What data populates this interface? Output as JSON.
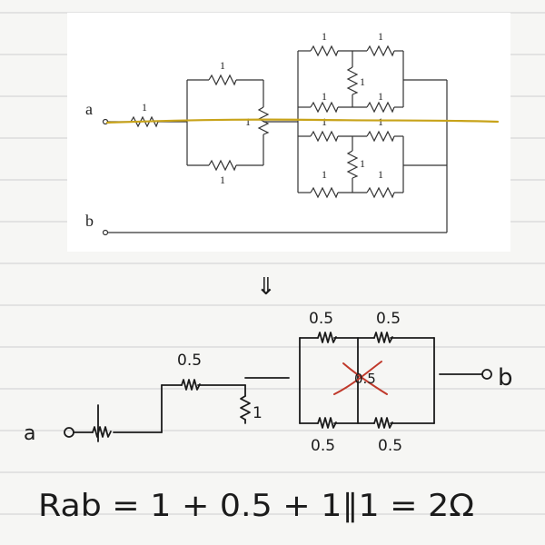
{
  "printed_circuit": {
    "terminal_a": "a",
    "terminal_b": "b",
    "resistor_value": "1"
  },
  "handwritten_circuit": {
    "arrow": "⇓",
    "terminal_a": "a",
    "terminal_b": "b",
    "r_series_half": "0.5",
    "r_shunt": "1",
    "bridge_top_left": "0.5",
    "bridge_top_right": "0.5",
    "bridge_middle": "0.5",
    "bridge_bottom_left": "0.5",
    "bridge_bottom_right": "0.5"
  },
  "equation": {
    "text": "Rab = 1 + 0.5 + 1∥1 = 2Ω"
  },
  "colors": {
    "cut_line": "#c8a31a",
    "cross_out": "#c0392b",
    "ink": "#1b1b1b"
  }
}
